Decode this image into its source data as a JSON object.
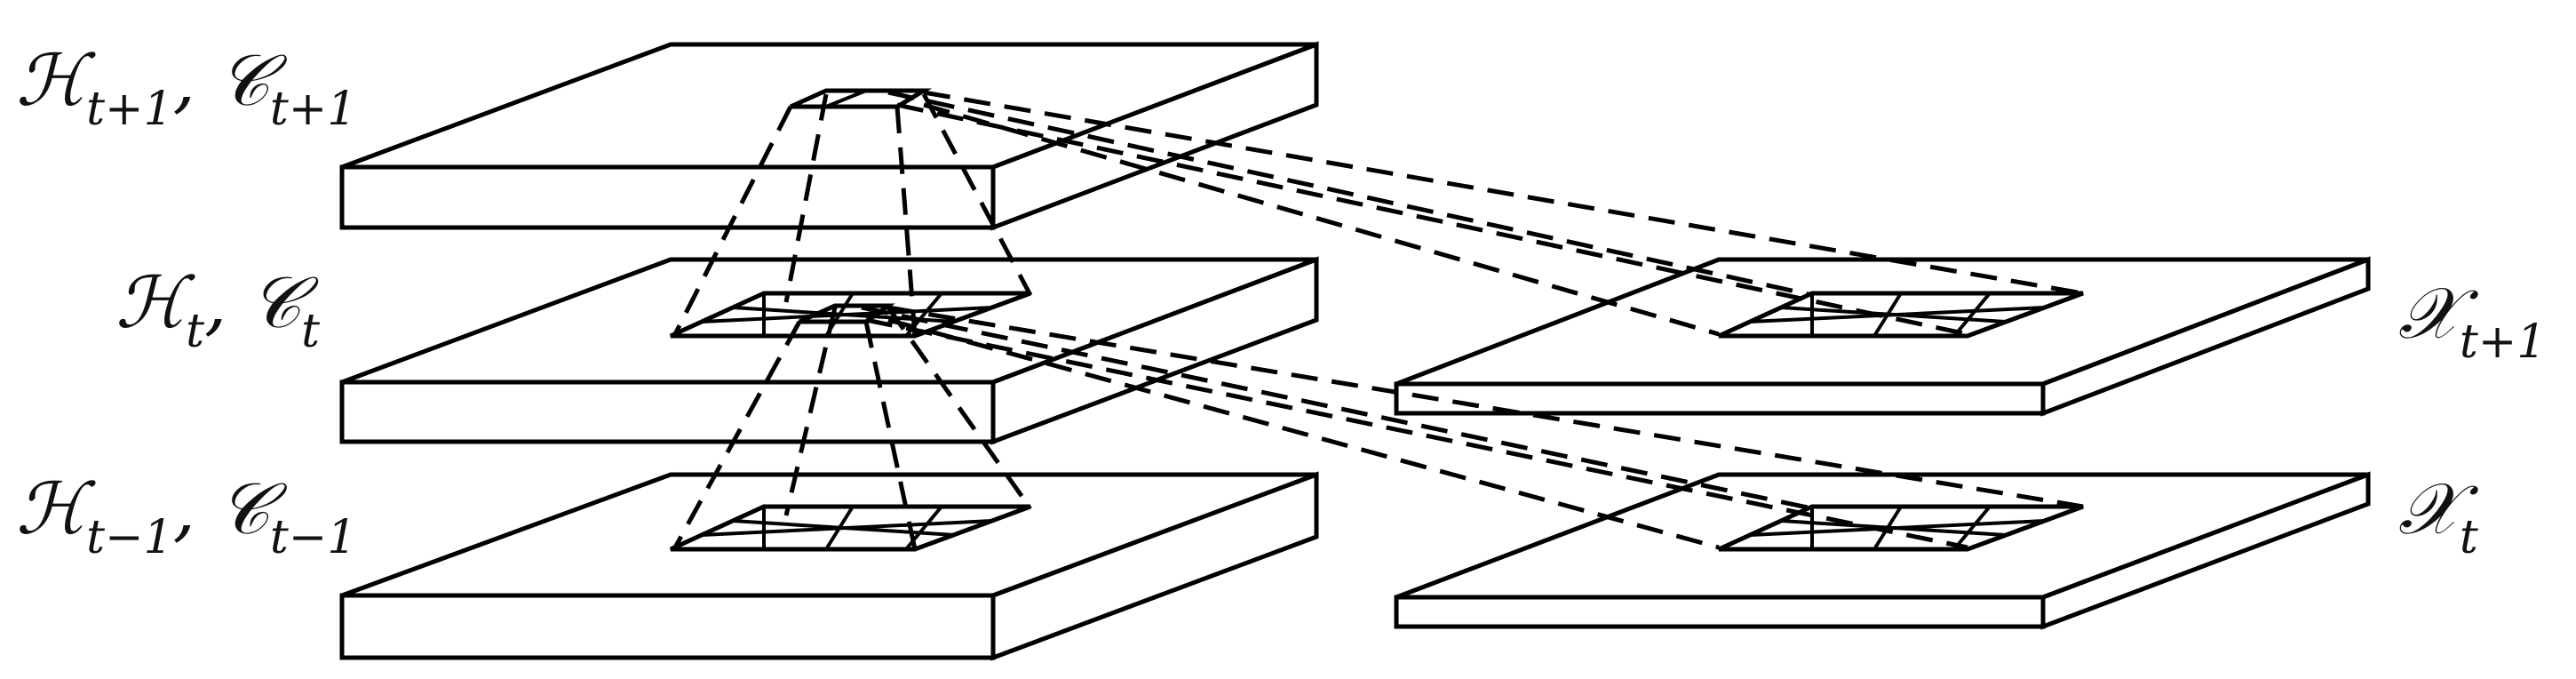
{
  "labels": {
    "top": {
      "H": "ℋ",
      "H_sub": "t+1",
      "sep": ", ",
      "C": "𝒞",
      "C_sub": "t+1"
    },
    "mid": {
      "H": "ℋ",
      "H_sub": "t",
      "sep": ", ",
      "C": "𝒞",
      "C_sub": "t"
    },
    "bot": {
      "H": "ℋ",
      "H_sub": "t−1",
      "sep": ", ",
      "C": "𝒞",
      "C_sub": "t−1"
    },
    "x_top": {
      "X": "𝒳",
      "X_sub": "t+1"
    },
    "x_bot": {
      "X": "𝒳",
      "X_sub": "t"
    }
  },
  "colors": {
    "stroke": "#000000",
    "fill": "#ffffff",
    "text": "#111111"
  }
}
